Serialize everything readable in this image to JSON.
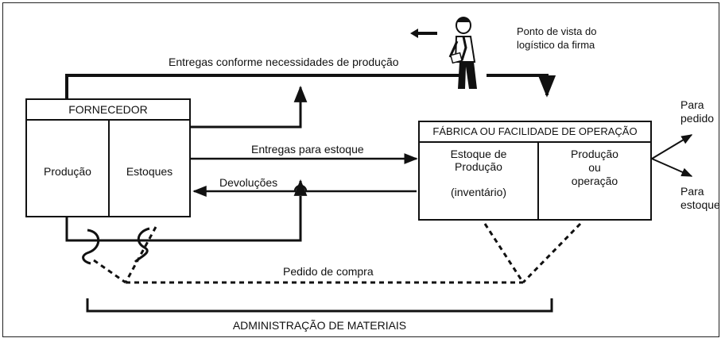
{
  "supplier": {
    "title": "FORNECEDOR",
    "left_cell": "Produção",
    "right_cell": "Estoques"
  },
  "factory": {
    "title": "FÁBRICA OU FACILIDADE DE OPERAÇÃO",
    "left_cell_line1": "Estoque de",
    "left_cell_line2": "Produção",
    "left_cell_line3": "(inventário)",
    "right_cell_line1": "Produção",
    "right_cell_line2": "ou",
    "right_cell_line3": "operação"
  },
  "flows": {
    "top_delivery": "Entregas conforme necessidades de produção",
    "stock_delivery": "Entregas para estoque",
    "returns": "Devoluções",
    "purchase_order": "Pedido de compra"
  },
  "viewpoint": {
    "line1": "Ponto de vista do",
    "line2": "logístico da firma"
  },
  "outputs": {
    "order_line1": "Para",
    "order_line2": "pedido",
    "stock_line1": "Para",
    "stock_line2": "estoque"
  },
  "footer": {
    "label": "ADMINISTRAÇÃO DE MATERIAIS"
  },
  "icons": [
    "person-icon",
    "arrow-left-icon"
  ]
}
